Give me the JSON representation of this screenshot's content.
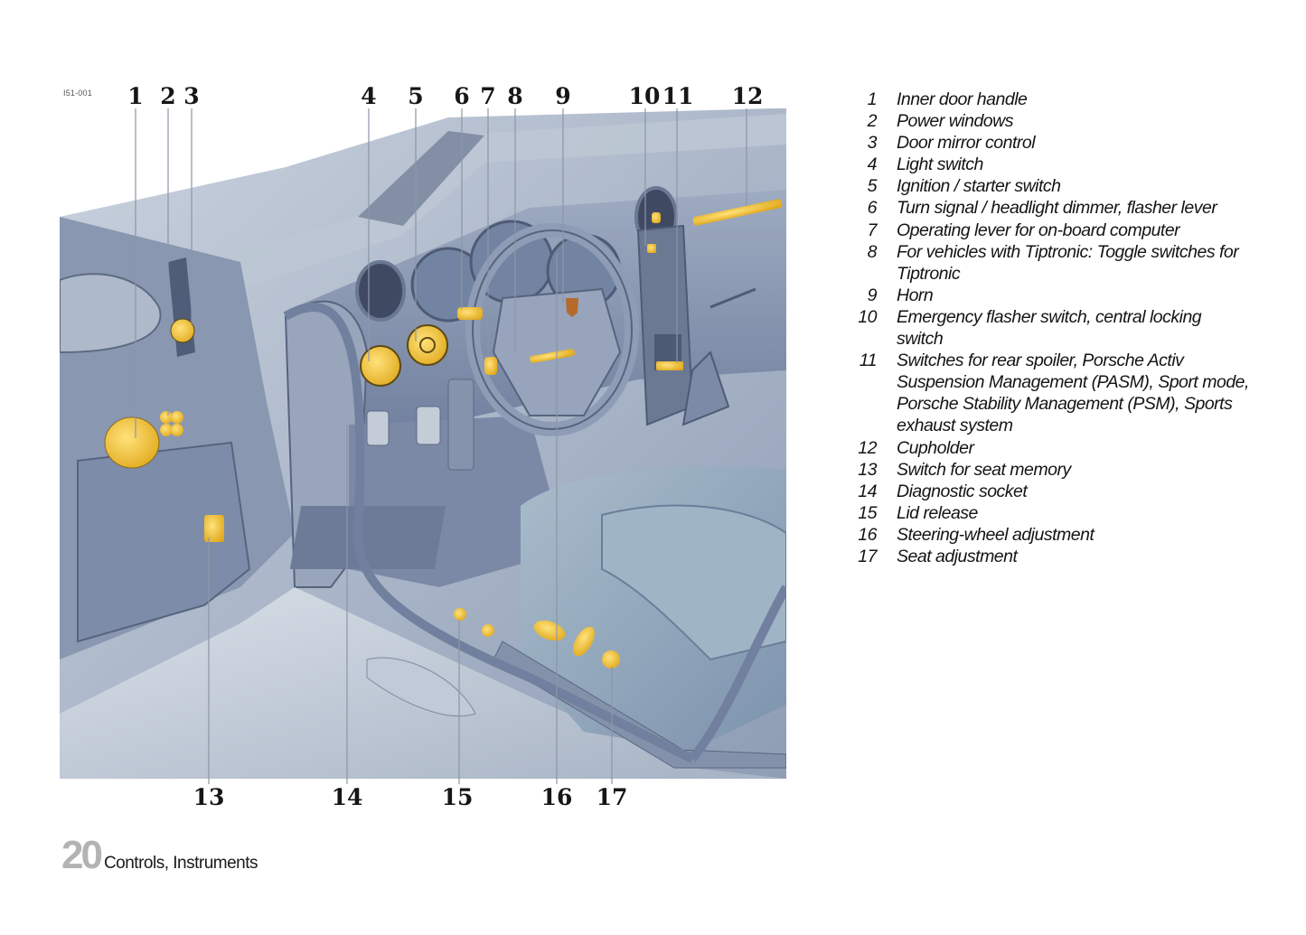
{
  "figure": {
    "code": "I51-001",
    "description": "Driver-side interior illustration with numbered callouts",
    "top_callouts": [
      "1",
      "2",
      "3",
      "4",
      "5",
      "6",
      "7",
      "8",
      "9",
      "10",
      "11",
      "12"
    ],
    "bottom_callouts": [
      "13",
      "14",
      "15",
      "16",
      "17"
    ],
    "colors": {
      "highlight": "#f2c43a",
      "interior": "#8a99b3",
      "interior_dark": "#5c6a86",
      "interior_light": "#c3cdda"
    }
  },
  "legend": [
    {
      "num": "1",
      "text": "Inner door handle"
    },
    {
      "num": "2",
      "text": "Power windows"
    },
    {
      "num": "3",
      "text": "Door mirror control"
    },
    {
      "num": "4",
      "text": "Light switch"
    },
    {
      "num": "5",
      "text": "Ignition / starter switch"
    },
    {
      "num": "6",
      "text": "Turn signal / headlight dimmer, flasher lever"
    },
    {
      "num": "7",
      "text": "Operating lever for on-board computer"
    },
    {
      "num": "8",
      "text": "For vehicles with Tiptronic: Toggle switches for"
    },
    {
      "num": "",
      "text": "Tiptronic"
    },
    {
      "num": "9",
      "text": "Horn"
    },
    {
      "num": "10",
      "text": "Emergency flasher switch, central locking"
    },
    {
      "num": "",
      "text": "switch"
    },
    {
      "num": "11",
      "text": "Switches for rear spoiler, Porsche Activ"
    },
    {
      "num": "",
      "text": "Suspension Management (PASM), Sport mode,"
    },
    {
      "num": "",
      "text": "Porsche Stability Management (PSM), Sports"
    },
    {
      "num": "",
      "text": "exhaust system"
    },
    {
      "num": "12",
      "text": "Cupholder"
    },
    {
      "num": "13",
      "text": "Switch for seat memory"
    },
    {
      "num": "14",
      "text": "Diagnostic socket"
    },
    {
      "num": "15",
      "text": "Lid release"
    },
    {
      "num": "16",
      "text": "Steering-wheel adjustment"
    },
    {
      "num": "17",
      "text": "Seat adjustment"
    }
  ],
  "footer": {
    "page_number": "20",
    "section": "Controls, Instruments"
  }
}
